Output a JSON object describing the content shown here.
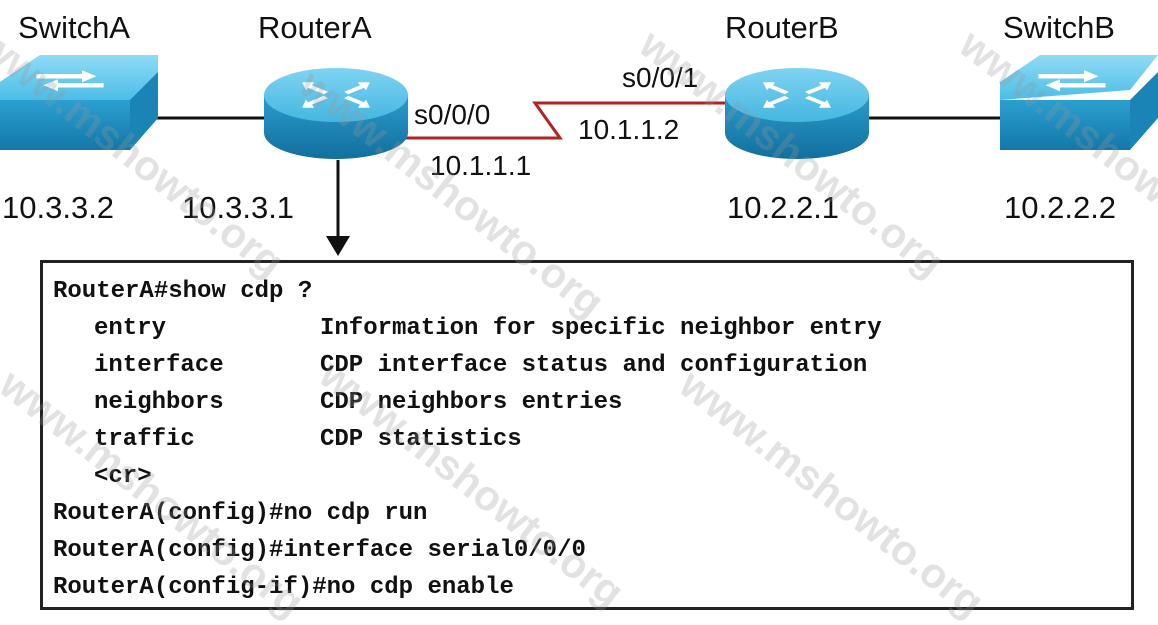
{
  "devices": {
    "switch_a": {
      "name": "SwitchA",
      "ip": "10.3.3.2"
    },
    "router_a": {
      "name": "RouterA",
      "ip": "10.3.3.1"
    },
    "router_b": {
      "name": "RouterB",
      "ip": "10.2.2.1"
    },
    "switch_b": {
      "name": "SwitchB",
      "ip": "10.2.2.2"
    }
  },
  "serial_link": {
    "router_a_port": "s0/0/0",
    "router_a_ip": "10.1.1.1",
    "router_b_port": "s0/0/1",
    "router_b_ip": "10.1.1.2"
  },
  "terminal": {
    "line_1": "RouterA#show cdp ?",
    "options": [
      {
        "cmd": "entry",
        "desc": "Information for specific neighbor entry"
      },
      {
        "cmd": "interface",
        "desc": "CDP interface status and configuration"
      },
      {
        "cmd": "neighbors",
        "desc": "CDP neighbors entries"
      },
      {
        "cmd": "traffic",
        "desc": "CDP statistics"
      }
    ],
    "cr": "<cr>",
    "line_7": "RouterA(config)#no cdp run",
    "line_8": "RouterA(config)#interface serial0/0/0",
    "line_9": "RouterA(config-if)#no cdp enable"
  },
  "watermark": "www.mshowto.org",
  "colors": {
    "device_blue": "#2aa0d4",
    "serial_link": "#b22222"
  }
}
